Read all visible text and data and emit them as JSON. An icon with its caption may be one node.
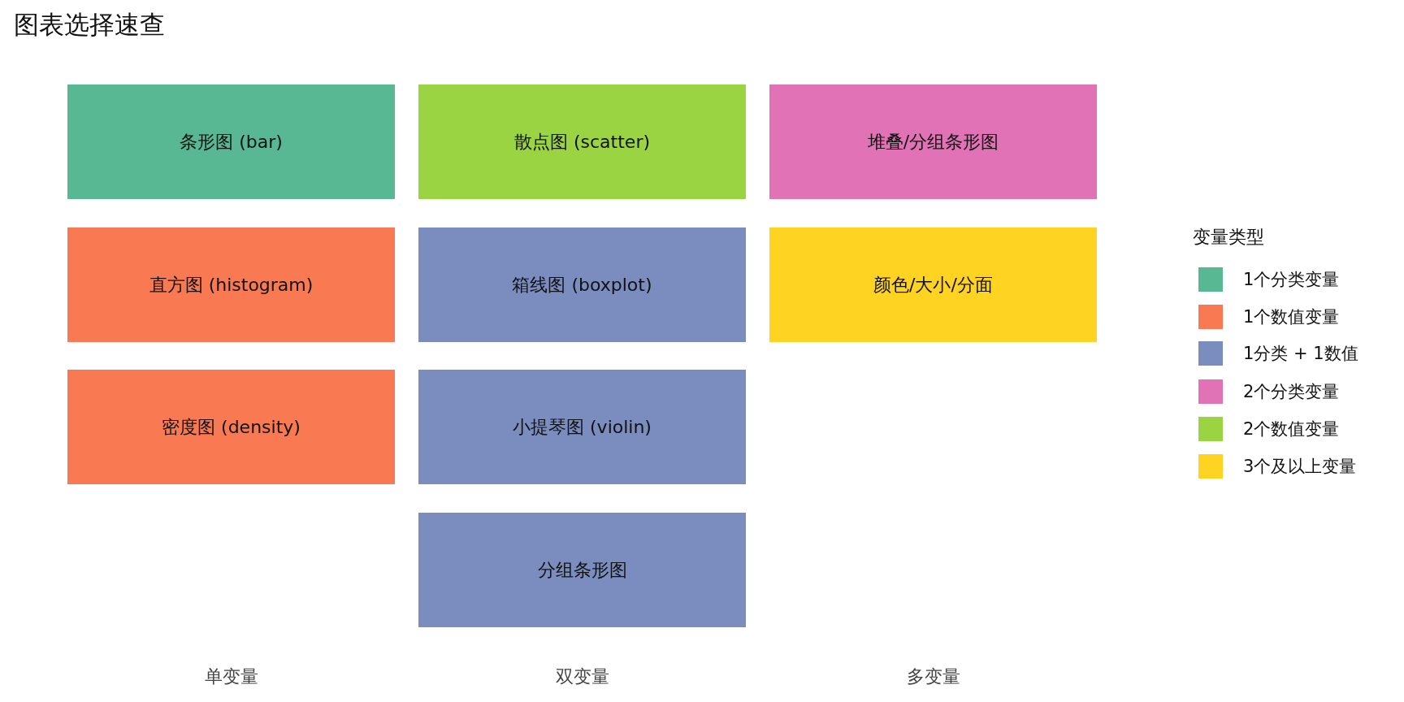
{
  "diagram": {
    "title": "图表选择速查",
    "nodes": [
      {
        "text": [
          "条形图 (bar)"
        ]
      },
      {
        "text": [
          "散点图 (scatter)"
        ]
      },
      {
        "text": [
          "堆叠/分组条形图"
        ]
      },
      {
        "text": [
          "直方图 (histogram)"
        ]
      },
      {
        "text": [
          "箱线图 (boxplot)"
        ]
      },
      {
        "text": [
          "颜色/大小/分面"
        ]
      },
      {
        "text": [
          "密度图 (density)"
        ]
      },
      {
        "text": [
          "小提琴图 (violin)"
        ]
      },
      {
        "text": [
          "分组条形图"
        ]
      }
    ],
    "edges": [],
    "labels": [
      "变量类型",
      "单变量",
      "双变量",
      "多变量"
    ],
    "legend": [
      {
        "text": "1个分类变量",
        "color": "#58b894"
      },
      {
        "text": "1个数值变量",
        "color": "#f97a52"
      },
      {
        "text": "1分类 + 1数值",
        "color": "#7b8dbf"
      },
      {
        "text": "2个分类变量",
        "color": "#e072b5"
      },
      {
        "text": "2个数值变量",
        "color": "#9ad443"
      },
      {
        "text": "3个及以上变量",
        "color": "#ffd322"
      }
    ]
  }
}
